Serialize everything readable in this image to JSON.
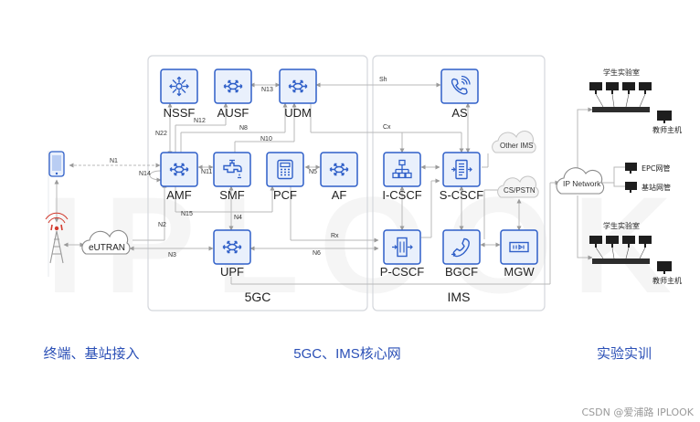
{
  "watermark": "IPLOOK",
  "credit": "CSDN @爱浦路 IPLOOK",
  "regions": {
    "access": "终端、基站接入",
    "core": "5GC、IMS核心网",
    "lab": "实验实训"
  },
  "sections": {
    "fivegc": "5GC",
    "ims": "IMS"
  },
  "nodes": {
    "nssf": "NSSF",
    "ausf": "AUSF",
    "udm": "UDM",
    "as": "AS",
    "amf": "AMF",
    "smf": "SMF",
    "pcf": "PCF",
    "af": "AF",
    "icscf": "I-CSCF",
    "scscf": "S-CSCF",
    "upf": "UPF",
    "pcscf": "P-CSCF",
    "bgcf": "BGCF",
    "mgw": "MGW"
  },
  "clouds": {
    "eutran": "eUTRAN",
    "other_ims": "Other IMS",
    "cs_pstn": "CS/PSTN",
    "ip_network": "IP Network"
  },
  "interfaces": {
    "n1": "N1",
    "n2": "N2",
    "n3": "N3",
    "n4": "N4",
    "n5": "N5",
    "n6": "N6",
    "n8": "N8",
    "n10": "N10",
    "n11": "N11",
    "n12": "N12",
    "n13": "N13",
    "n14": "N14",
    "n15": "N15",
    "n22": "N22",
    "sh": "Sh",
    "cx": "Cx",
    "rx": "Rx"
  },
  "lab": {
    "student_lab_top": "学生实验室",
    "teacher_host_top": "教师主机",
    "epc_netmgmt": "EPC网管",
    "bs_netmgmt": "基站网管",
    "student_lab_bottom": "学生实验室",
    "teacher_host_bottom": "教师主机"
  },
  "colors": {
    "accent": "#2a4fb6",
    "icon_fill": "#e9f0fc",
    "icon_stroke": "#2f5fc8",
    "line": "#b9b9b9",
    "panel": "#d4d7dc"
  },
  "icons": {
    "nssf": "hub-arrows-icon",
    "ausf": "router-icon",
    "udm": "router-icon",
    "as": "phone-signal-icon",
    "amf": "router-icon",
    "smf": "pipe-faucet-icon",
    "pcf": "calculator-icon",
    "af": "router-icon",
    "icscf": "org-chart-icon",
    "scscf": "document-list-icon",
    "upf": "router-icon",
    "pcscf": "door-arrows-icon",
    "bgcf": "phone-icon",
    "mgw": "media-gateway-icon",
    "ue": "smartphone-icon",
    "bs": "cell-tower-icon"
  }
}
